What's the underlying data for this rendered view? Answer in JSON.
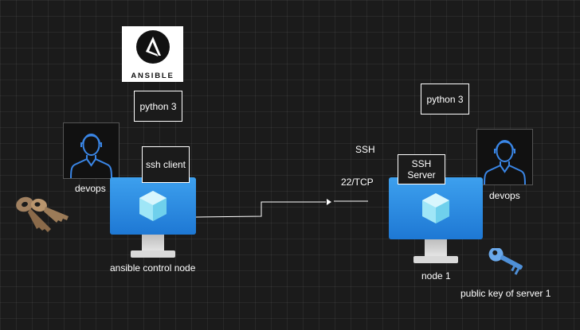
{
  "logo": {
    "text": "ANSIBLE"
  },
  "labels": {
    "python_left": "python 3",
    "python_right": "python 3",
    "ssh_client": "ssh client",
    "ssh_server_line1": "SSH",
    "ssh_server_line2": "Server",
    "ssh": "SSH",
    "port": "22/TCP",
    "devops_left": "devops",
    "devops_right": "devops",
    "control_node": "ansible control node",
    "node1": "node 1",
    "public_key": "public key of server 1"
  },
  "icons": {
    "avatar_left": "user-avatar-icon",
    "avatar_right": "user-avatar-icon",
    "keys": "keys-icon",
    "blue_key": "key-icon",
    "monitor_left": "virtual-machine-icon",
    "monitor_right": "virtual-machine-icon"
  },
  "colors": {
    "background": "#1b1b1b",
    "monitor_blue": "#2a88e0",
    "avatar_blue": "#3a86e6",
    "key_blue": "#6aa8ea",
    "key_brown": "#8a6a4a"
  }
}
